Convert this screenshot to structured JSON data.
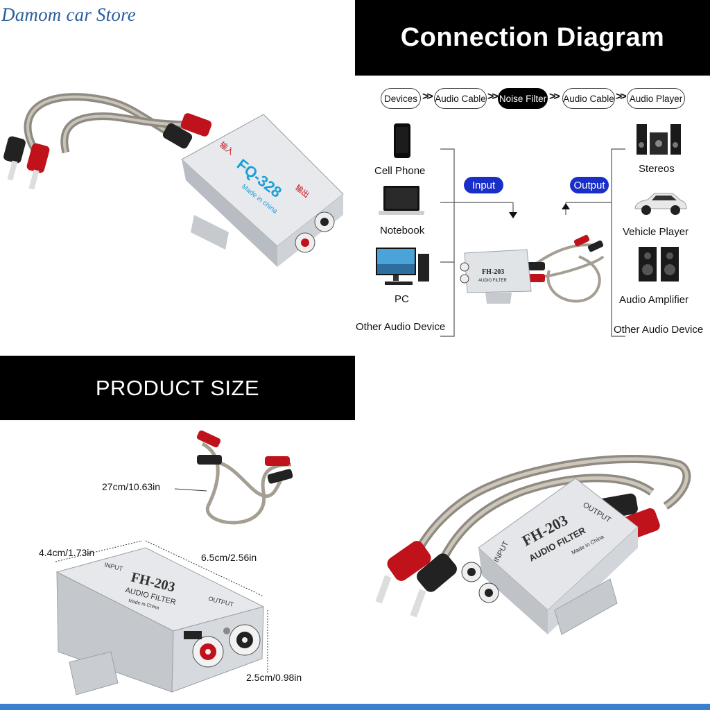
{
  "store_name": "Damom car Store",
  "connection_banner": "Connection Diagram",
  "size_banner": "PRODUCT SIZE",
  "flow_steps": [
    "Devices",
    "Audio Cable",
    "Noise Filter",
    "Audio Cable",
    "Audio Player"
  ],
  "flow_separator": ">>",
  "input_devices": [
    "Cell Phone",
    "Notebook",
    "PC",
    "Other Audio Device"
  ],
  "output_devices": [
    "Stereos",
    "Vehicle Player",
    "Audio Amplifier",
    "Other Audio Device"
  ],
  "input_label": "Input",
  "output_label": "Output",
  "product1": {
    "model": "FQ-328",
    "made_in": "Made in china",
    "cn_in": "输入",
    "cn_out": "输出"
  },
  "product2": {
    "model": "FH-203",
    "subtitle": "AUDIO FILTER",
    "input": "INPUT",
    "output": "OUTPUT",
    "made_in": "Made in China"
  },
  "dimensions": {
    "cable_length": "27cm/10.63in",
    "width": "4.4cm/1.73in",
    "length": "6.5cm/2.56in",
    "height": "2.5cm/0.98in"
  },
  "colors": {
    "store_text": "#2a5d9b",
    "pill": "#1a2fc8",
    "bottom_bar": "#3b7fd1",
    "banner": "#000000"
  }
}
